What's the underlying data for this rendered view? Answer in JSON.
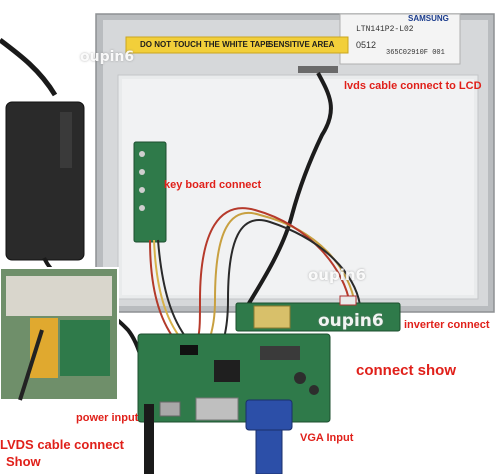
{
  "panel": {
    "warning_text": "DO NOT TOUCH THE WHITE TAPE",
    "sensitive_text": "SENSITIVE AREA",
    "brand": "SAMSUNG",
    "model": "LTN141P2-L02",
    "serial": "365C02910F  001",
    "code": "0512"
  },
  "watermark": {
    "text": "oupin6"
  },
  "labels": {
    "lvds_to_lcd": "lvds cable connect to LCD",
    "keyboard": "key board connect",
    "inverter": "inverter  connect",
    "connect_show": "connect show",
    "power_input": "power input",
    "vga_input": "VGA Input",
    "lvds_show_line1": "LVDS cable connect",
    "lvds_show_line2": "Show"
  },
  "colors": {
    "label_red": "#e0201a",
    "tape_yellow": "#f2cf3a",
    "pcb_green": "#2f7a4a",
    "vga_blue": "#2c4fa8"
  }
}
